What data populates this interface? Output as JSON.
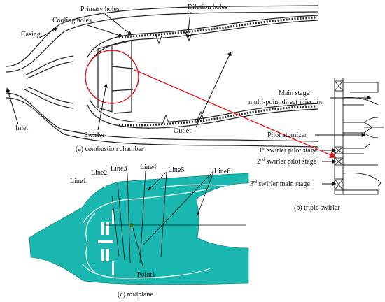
{
  "panel_a": {
    "caption": "(a) combustion chamber",
    "labels": {
      "primary_holes": "Primary holes",
      "dilution_holes": "Dilution holes",
      "cooling_holes": "Cooling holes",
      "casing": "Casing",
      "inlet": "Inlet",
      "swirler": "Swirler",
      "outlet": "Outlet"
    }
  },
  "panel_b": {
    "caption": "(b) triple swirler",
    "labels": {
      "main_stage_line1": "Main stage",
      "main_stage_line2": "multi-point direct injection",
      "pilot_atomizer": "Pilot atomizer",
      "s1_num": "1",
      "s1_sup": "st",
      "s1_text": " swirler pilot stage",
      "s2_num": "2",
      "s2_sup": "nd",
      "s2_text": " swirler pilot stage",
      "s3_num": "3",
      "s3_sup": "rd",
      "s3_text": " swirler main stage"
    }
  },
  "panel_c": {
    "caption": "(c) midplane",
    "lines": [
      "Line1",
      "Line2",
      "Line3",
      "Line4",
      "Line5",
      "Line6"
    ],
    "point": "Point1"
  },
  "colors": {
    "fluid": "#1ab7b0",
    "highlight": "#e21a1a",
    "stroke": "#222222",
    "point": "#3a7d1e"
  }
}
